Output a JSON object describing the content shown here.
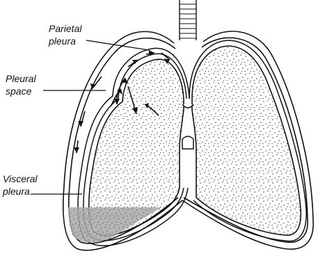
{
  "labels": {
    "parietal": [
      "Parietal",
      "pleura"
    ],
    "space": [
      "Pleural",
      "space"
    ],
    "visceral": [
      "Visceral",
      "pleura"
    ]
  },
  "colors": {
    "stroke": "#111111",
    "fluid": "#a8a8a8",
    "stipple": "#333333",
    "background": "#ffffff"
  }
}
